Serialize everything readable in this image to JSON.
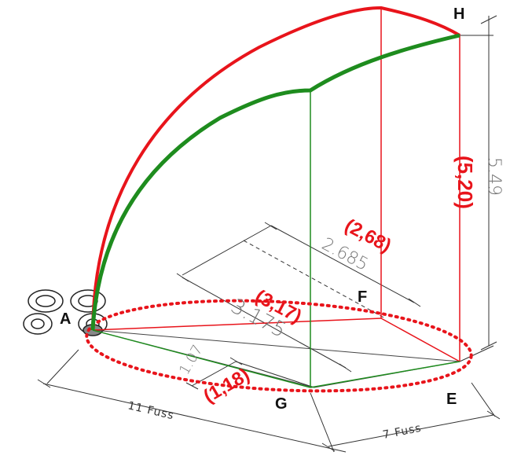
{
  "points": {
    "A": "A",
    "E": "E",
    "F": "F",
    "G": "G",
    "H": "H"
  },
  "red_labels": {
    "height": "(5,20)",
    "diag_f": "(2,68)",
    "diag_af": "(3,17)",
    "diag_ag": "(1,18)"
  },
  "dimensions": {
    "vertical": "5.49",
    "diag_upper": "2.685",
    "diag_middle": "3.175",
    "diag_small": "1.07",
    "bottom_left": "11 Fuss",
    "bottom_right": "7 Fuss"
  },
  "colors": {
    "red": "#e8141b",
    "green": "#1e8c1e",
    "dim_line": "#444444"
  }
}
